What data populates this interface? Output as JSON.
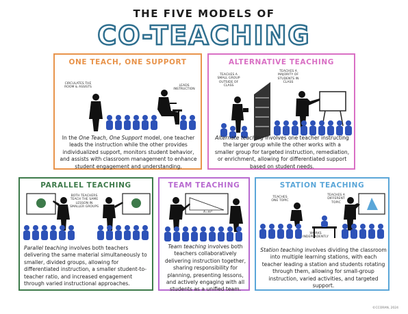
{
  "header": {
    "title_top": "THE FIVE MODELS OF",
    "title_main": "CO-TEACHING"
  },
  "panels": {
    "one_teach": {
      "title": "ONE TEACH, ONE SUPPORT",
      "note_left": "CIRCULATES THE ROOM & ASSISTS",
      "note_right": "LEADS INSTRUCTION",
      "body_pre": "In the ",
      "body_em": "One Teach, One Support",
      "body_post": " model, one teacher leads the instruction while the other provides individualized support, monitors student behavior, and assists with classroom management to enhance student engagement and understanding."
    },
    "alternative": {
      "title": "ALTERNATIVE TEACHING",
      "note_left": "TEACHES A SMALL GROUP OUTSIDE OF CLASS",
      "note_right": "TEACHES A MAJORITY OF STUDENTS IN CLASS",
      "body_em": "Alternate teaching",
      "body_post": " involves one teacher instructing the larger group while the other works with a smaller group for targeted instruction, remediation, or enrichment, allowing for differentiated support based on student needs."
    },
    "parallel": {
      "title": "PARALLEL TEACHING",
      "note_center": "BOTH TEACHERS TEACH THE SAME LESSON IN SMALLER GROUPS",
      "body_em": "Parallel teaching",
      "body_post": " involves both teachers delivering the same material simultaneously to smaller, divided groups, allowing for differentiated instruction, a smaller student-to-teacher ratio, and increased engagement through varied instructional approaches."
    },
    "team": {
      "title": "TEAM TEACHING",
      "board_formula": "A=πr²",
      "body_em": "Team teaching",
      "body_post": " involves both teachers collaboratively delivering instruction together, sharing responsibility for planning, presenting lessons, and actively engaging with all students as a unified team."
    },
    "station": {
      "title": "STATION TEACHING",
      "note_left": "TEACHES ONE TOPIC",
      "note_right": "TEACHES A DIFFERENT TOPIC",
      "note_bottom": "WORKS INDEPENDENTLY",
      "body_em": "Station teaching",
      "body_post": " involves dividing the classroom into multiple learning stations, with each teacher leading a station and students rotating through them, allowing for small-group instruction, varied activities, and targeted support."
    }
  },
  "credit": "©CCORAN, 2024",
  "colors": {
    "one_teach": "#e8934a",
    "alternative": "#d96fc4",
    "parallel": "#3d7a4a",
    "team": "#b86ad0",
    "station": "#5aa6d8",
    "students": "#2d52b8",
    "title_outline": "#2f6f8f"
  }
}
